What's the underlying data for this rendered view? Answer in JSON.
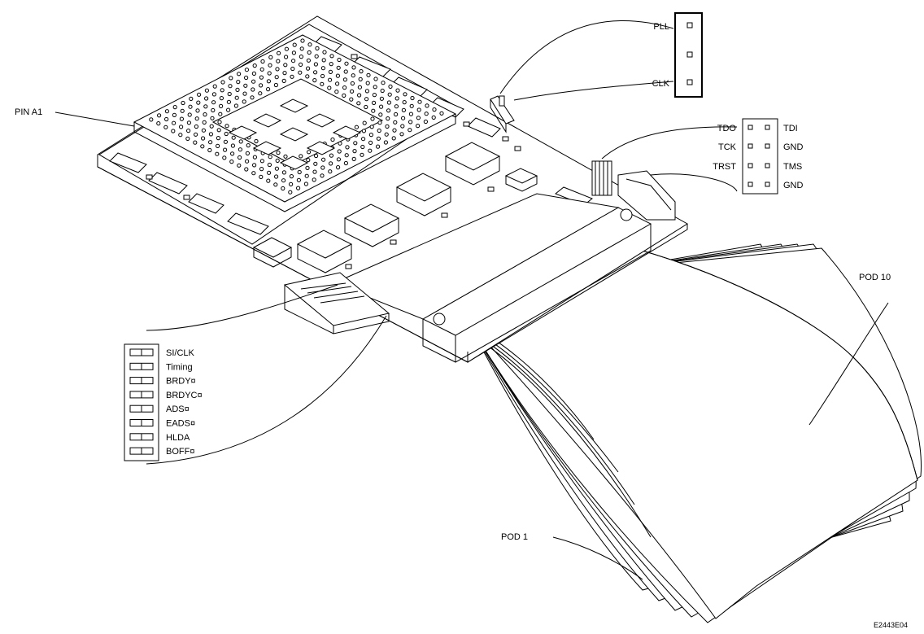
{
  "callouts": {
    "pin_a1": "PIN A1",
    "pod_10": "POD 10",
    "pod_1": "POD 1",
    "figure_id": "E2443E04"
  },
  "pll_jumper": {
    "top_label": "PLL",
    "bottom_label": "CLK"
  },
  "jtag_header": {
    "rows": [
      {
        "left": "TDO",
        "right": "TDI"
      },
      {
        "left": "TCK",
        "right": "GND"
      },
      {
        "left": "TRST",
        "right": "TMS"
      },
      {
        "left": "",
        "right": "GND"
      }
    ]
  },
  "dip_switch": {
    "labels": [
      "SI/CLK",
      "Timing",
      "BRDY¤",
      "BRDYC¤",
      "ADS¤",
      "EADS¤",
      "HLDA",
      "BOFF¤"
    ]
  }
}
